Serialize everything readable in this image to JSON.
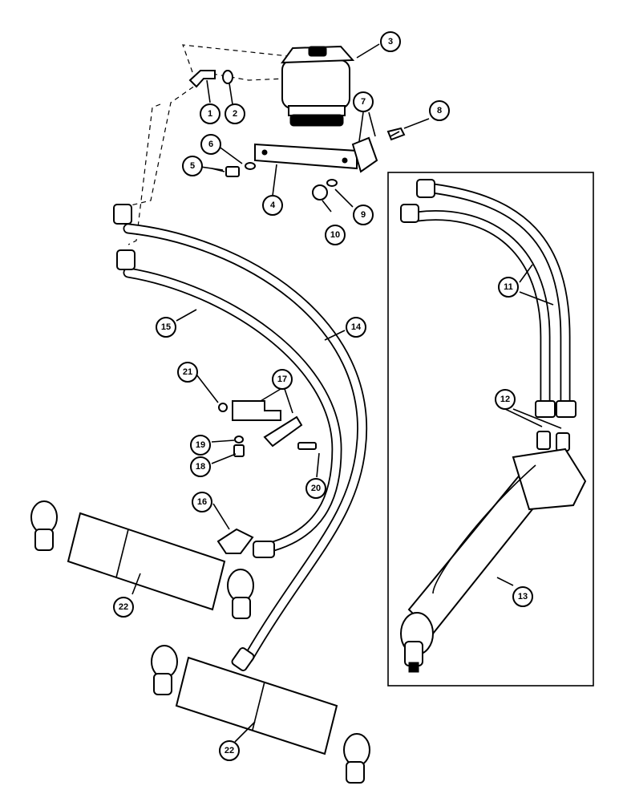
{
  "callouts": {
    "c1": "1",
    "c2": "2",
    "c3": "3",
    "c4": "4",
    "c5": "5",
    "c6": "6",
    "c7": "7",
    "c8": "8",
    "c9": "9",
    "c10": "10",
    "c11": "11",
    "c12": "12",
    "c13": "13",
    "c14": "14",
    "c15": "15",
    "c16": "16",
    "c17": "17",
    "c18": "18",
    "c19": "19",
    "c20": "20",
    "c21": "21",
    "c22a": "22",
    "c22b": "22"
  }
}
